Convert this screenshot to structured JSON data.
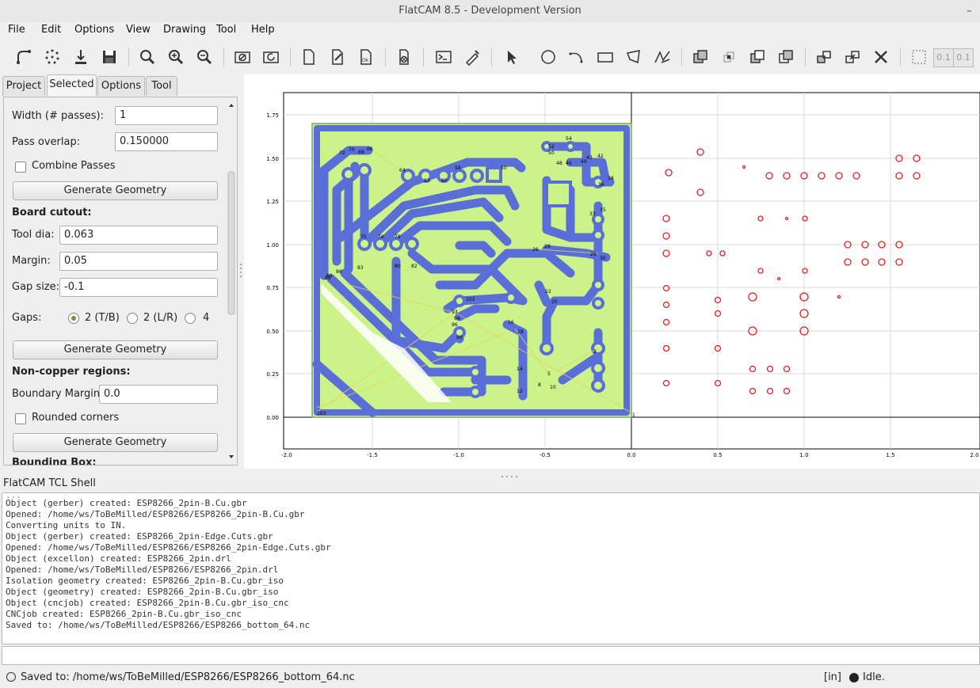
{
  "window": {
    "title": "FlatCAM 8.5 - Development Version",
    "minimize": "–"
  },
  "menu": [
    "File",
    "Edit",
    "Options",
    "View",
    "Drawing",
    "Tool",
    "Help"
  ],
  "toolbar": {
    "icons": [
      "replot-icon",
      "clear-plot-icon",
      "delete-icon",
      "save-icon",
      "zoom-fit-icon",
      "zoom-in-icon",
      "zoom-out-icon",
      "clear-all-icon",
      "replot-all-icon",
      "new-geometry-icon",
      "edit-geometry-icon",
      "update-geometry-icon",
      "delete-shape-icon",
      "shell-icon",
      "measure-icon",
      "select-icon",
      "circle-icon",
      "arc-icon",
      "rectangle-icon",
      "polygon-icon",
      "path-icon",
      "union-icon",
      "intersection-icon",
      "subtraction-icon",
      "cut-icon",
      "copy-icon",
      "move-icon",
      "close-icon",
      "grid-snap-icon"
    ],
    "snap_values": [
      "0.1",
      "0.1"
    ]
  },
  "tabs": [
    "Project",
    "Selected",
    "Options",
    "Tool"
  ],
  "active_tab": "Selected",
  "panel": {
    "width_label": "Width (# passes):",
    "width_value": "1",
    "overlap_label": "Pass overlap:",
    "overlap_value": "0.150000",
    "combine_label": "Combine Passes",
    "combine_checked": false,
    "generate_label": "Generate Geometry",
    "cutout_title": "Board cutout:",
    "tooldia_label": "Tool dia:",
    "tooldia_value": "0.063",
    "margin_label": "Margin:",
    "margin_value": "0.05",
    "gap_label": "Gap size:",
    "gap_value": "-0.1",
    "gaps_label": "Gaps:",
    "gaps_options": [
      "2 (T/B)",
      "2 (L/R)",
      "4"
    ],
    "gaps_selected": "2 (T/B)",
    "noncopper_title": "Non-copper regions:",
    "boundary_label": "Boundary Margin:",
    "boundary_value": "0.0",
    "rounded_label": "Rounded corners",
    "rounded_checked": false,
    "bbox_title": "Bounding Box:"
  },
  "plot": {
    "x_ticks": [
      "-2.0",
      "-1.5",
      "-1.0",
      "-0.5",
      "0.0",
      "0.5",
      "1.0",
      "1.5",
      "2.0"
    ],
    "y_ticks": [
      "0.00",
      "0.25",
      "0.50",
      "0.75",
      "1.00",
      "1.25",
      "1.50",
      "1.75"
    ],
    "pad_labels": [
      "72",
      "70",
      "69",
      "66",
      "64",
      "63",
      "60",
      "58",
      "50",
      "54",
      "52",
      "50",
      "48",
      "46",
      "42",
      "43",
      "40",
      "38",
      "36",
      "35",
      "33",
      "75",
      "76",
      "78",
      "80",
      "82",
      "83",
      "88",
      "86",
      "89",
      "26",
      "28",
      "28",
      "30",
      "22",
      "20",
      "103",
      "93",
      "94",
      "96",
      "99",
      "16",
      "18",
      "14",
      "12",
      "3",
      "5",
      "8",
      "10",
      "103",
      "1"
    ]
  },
  "shell": {
    "title": "FlatCAM TCL Shell",
    "lines": [
      "Object (gerber) created: ESP8266_2pin-B.Cu.gbr",
      "Opened: /home/ws/ToBeMilled/ESP8266/ESP8266_2pin-B.Cu.gbr",
      "Converting units to IN.",
      "Object (gerber) created: ESP8266_2pin-Edge.Cuts.gbr",
      "Opened: /home/ws/ToBeMilled/ESP8266/ESP8266_2pin-Edge.Cuts.gbr",
      "Object (excellon) created: ESP8266_2pin.drl",
      "Opened: /home/ws/ToBeMilled/ESP8266/ESP8266_2pin.drl",
      "Isolation geometry created: ESP8266_2pin-B.Cu.gbr_iso",
      "Object (geometry) created: ESP8266_2pin-B.Cu.gbr_iso",
      "Object (cncjob) created: ESP8266_2pin-B.Cu.gbr_iso_cnc",
      "CNCjob created: ESP8266_2pin-B.Cu.gbr_iso_cnc",
      "Saved to: /home/ws/ToBeMilled/ESP8266/ESP8266_bottom_64.nc"
    ]
  },
  "status": {
    "message": "Saved to: /home/ws/ToBeMilled/ESP8266/ESP8266_bottom_64.nc",
    "units": "[in]",
    "state": "Idle."
  },
  "colors": {
    "board_fill": "#ccf28a",
    "trace": "#5a6ed8",
    "drill": "#e02020",
    "accent": "#6a9a3a"
  }
}
